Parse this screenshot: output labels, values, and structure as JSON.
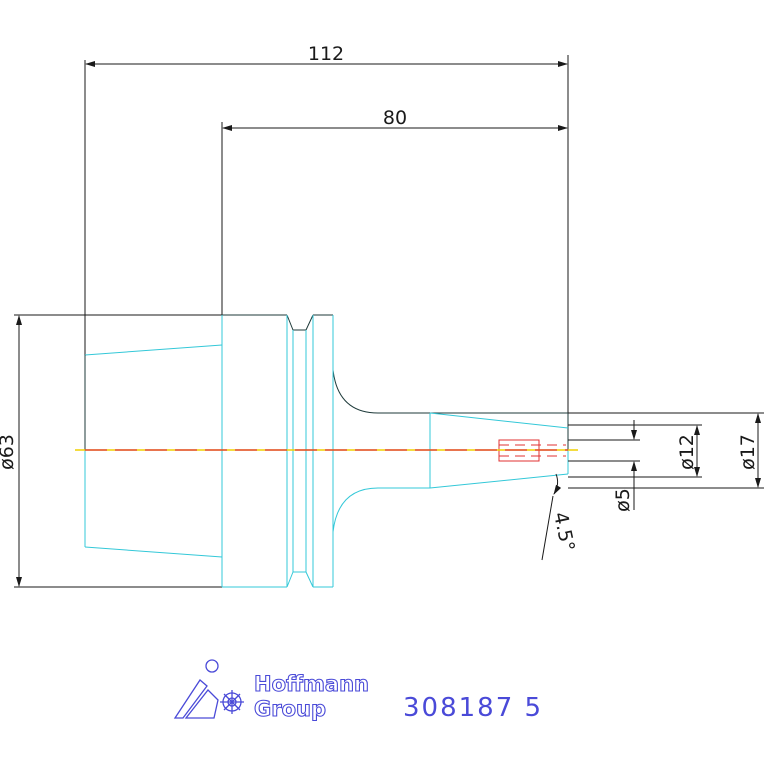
{
  "colors": {
    "background": "#ffffff",
    "dimension": "#1a1a1a",
    "outline_dark": "#1e3a3a",
    "outline_cyan": "#33c8d8",
    "centerline_red": "#e03030",
    "centerline_yellow": "#f0d000",
    "hidden_red": "#e03030",
    "brand_blue": "#4a4ad8"
  },
  "dimensions": {
    "overall_length": "112",
    "taper_length": "80",
    "flange_diameter": "ø63",
    "shank_diameter_small": "ø12",
    "shank_diameter_large": "ø17",
    "bore_diameter": "ø5",
    "taper_angle": "4.5°"
  },
  "brand": {
    "line1": "Hoffmann",
    "line2": "Group",
    "logo_icon": "hoffmann-group-logo-icon"
  },
  "part_number": "308187 5"
}
